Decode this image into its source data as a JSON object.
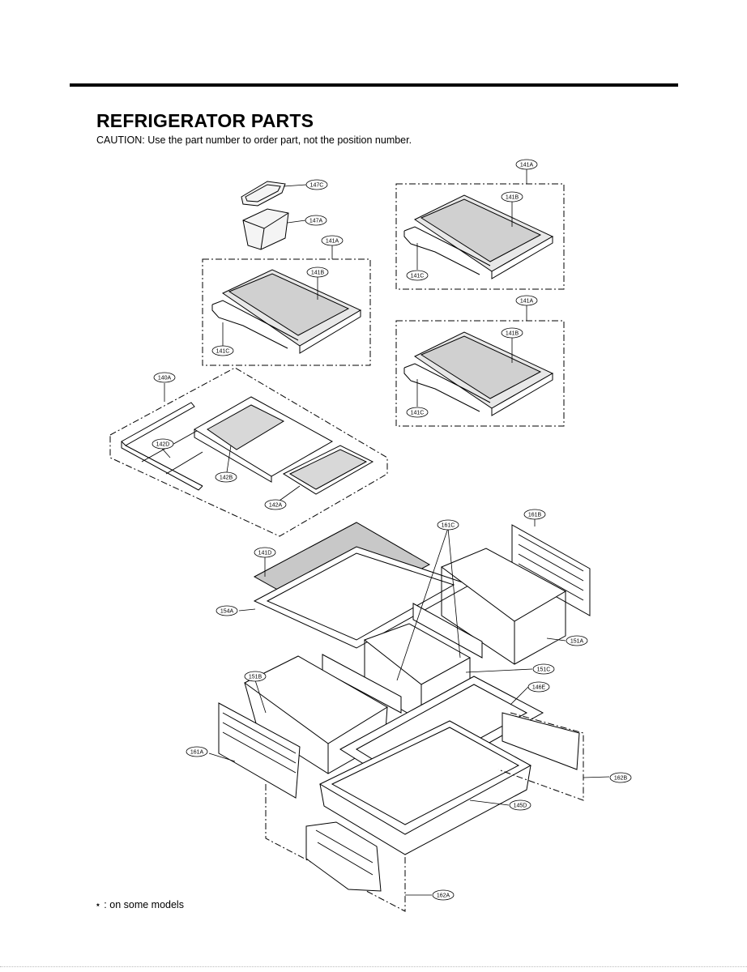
{
  "header": {
    "title": "REFRIGERATOR PARTS",
    "caution": "CAUTION: Use the part number to order part, not the position number."
  },
  "footnote": "⋆ : on some models",
  "callouts": [
    "147C",
    "147A",
    "141A",
    "141B",
    "141C",
    "141A",
    "141B",
    "141C",
    "141A",
    "141B",
    "141C",
    "140A",
    "142D",
    "142B",
    "142A",
    "141D",
    "154A",
    "161C",
    "161B",
    "151A",
    "151C",
    "151B",
    "146E",
    "161A",
    "162B",
    "145D",
    "162A"
  ]
}
